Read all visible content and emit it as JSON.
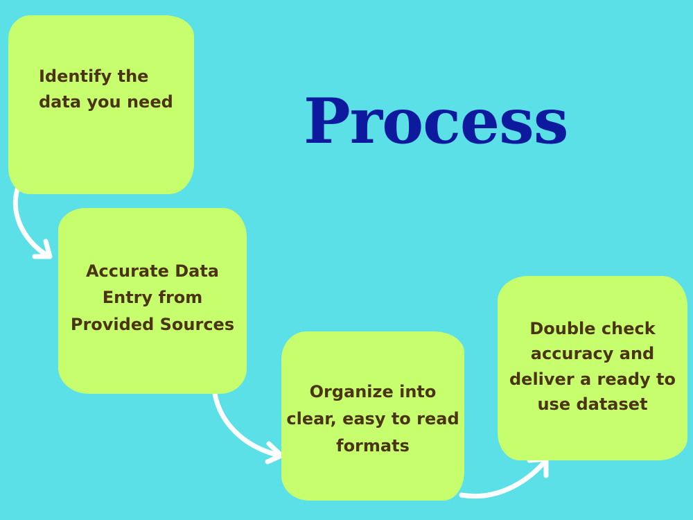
{
  "title": "Process",
  "steps": [
    {
      "label": "Identify the data you need"
    },
    {
      "label": "Accurate Data Entry from Provided Sources"
    },
    {
      "label": "Organize into clear, easy to read formats"
    },
    {
      "label": "Double check accuracy and deliver a ready to use dataset"
    }
  ],
  "colors": {
    "background": "#5ae0e6",
    "box_fill": "#c7fe6e",
    "box_text": "#4a3413",
    "title": "#0d1a9e",
    "arrow": "#ffffff"
  }
}
